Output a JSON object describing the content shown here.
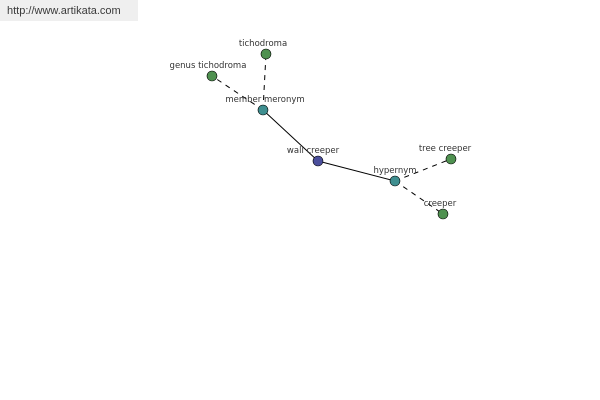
{
  "watermark": {
    "url": "http://www.artikata.com"
  },
  "colors": {
    "center": "#4b4f9c",
    "relation": "#3f8f90",
    "leaf": "#4f9150"
  },
  "nodes": [
    {
      "id": "wall-creeper",
      "label": "wall creeper",
      "kind": "center"
    },
    {
      "id": "member-meronym",
      "label": "member meronym",
      "kind": "relation"
    },
    {
      "id": "hypernym",
      "label": "hypernym",
      "kind": "relation"
    },
    {
      "id": "tichodroma",
      "label": "tichodroma",
      "kind": "leaf"
    },
    {
      "id": "genus-tichodroma",
      "label": "genus tichodroma",
      "kind": "leaf"
    },
    {
      "id": "tree-creeper",
      "label": "tree creeper",
      "kind": "leaf"
    },
    {
      "id": "creeper",
      "label": "creeper",
      "kind": "leaf"
    }
  ],
  "edges": [
    {
      "from": "wall-creeper",
      "to": "member-meronym",
      "style": "solid"
    },
    {
      "from": "wall-creeper",
      "to": "hypernym",
      "style": "solid"
    },
    {
      "from": "member-meronym",
      "to": "tichodroma",
      "style": "dashed"
    },
    {
      "from": "member-meronym",
      "to": "genus-tichodroma",
      "style": "dashed"
    },
    {
      "from": "hypernym",
      "to": "tree-creeper",
      "style": "dashed"
    },
    {
      "from": "hypernym",
      "to": "creeper",
      "style": "dashed"
    }
  ]
}
